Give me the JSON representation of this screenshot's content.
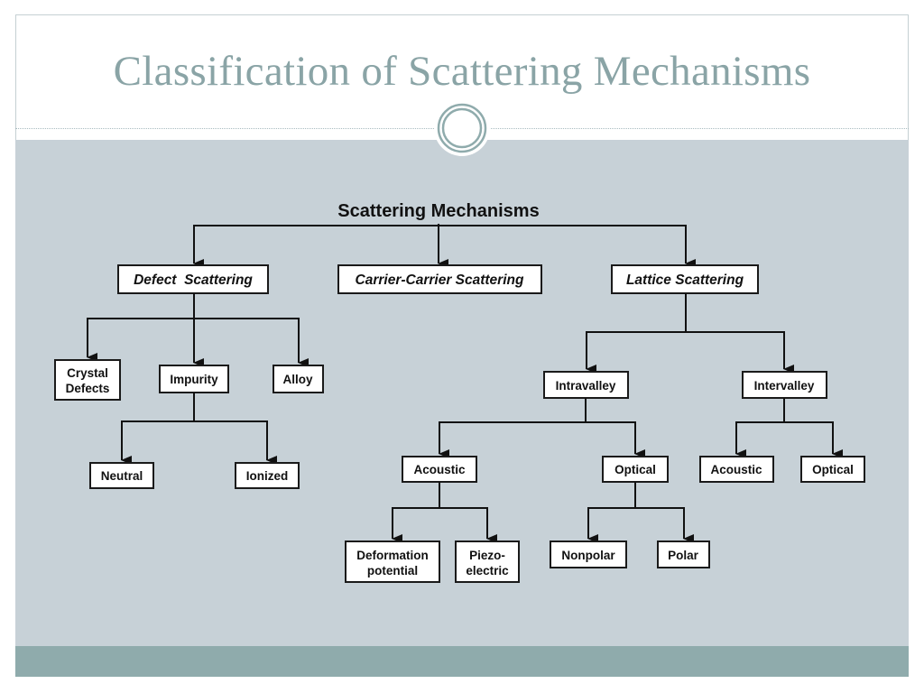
{
  "slide": {
    "title": "Classification of Scattering Mechanisms"
  },
  "diagram": {
    "root": "Scattering Mechanisms",
    "defect_scattering": "Defect  Scattering",
    "carrier_carrier_scattering": "Carrier-Carrier Scattering",
    "lattice_scattering": "Lattice Scattering",
    "crystal_defects_line1": "Crystal",
    "crystal_defects_line2": "Defects",
    "impurity": "Impurity",
    "alloy": "Alloy",
    "neutral": "Neutral",
    "ionized": "Ionized",
    "intravalley": "Intravalley",
    "intervalley": "Intervalley",
    "intra_acoustic": "Acoustic",
    "intra_optical": "Optical",
    "inter_acoustic": "Acoustic",
    "inter_optical": "Optical",
    "deformation_line1": "Deformation",
    "deformation_line2": "potential",
    "piezo_line1": "Piezo-",
    "piezo_line2": "electric",
    "nonpolar": "Nonpolar",
    "polar": "Polar"
  },
  "colors": {
    "title": "#8aa4a6",
    "panel": "#c7d1d7",
    "footer": "#8fabac",
    "node_border": "#1a1a1a",
    "node_fill": "#ffffff"
  }
}
